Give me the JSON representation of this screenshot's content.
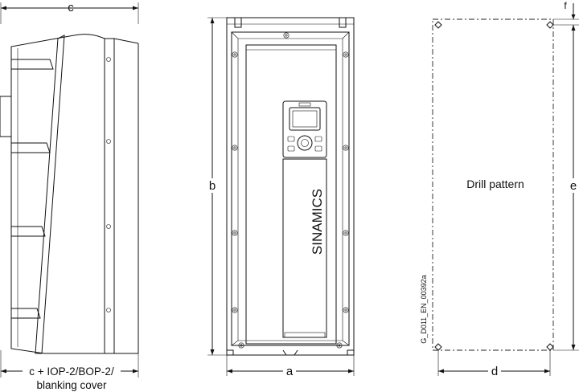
{
  "labels": {
    "c": "c",
    "c_note_1": "c + IOP-2/BOP-2/",
    "c_note_2": "blanking cover",
    "b": "b",
    "a": "a",
    "brand": "SINAMICS",
    "drill": "Drill pattern",
    "d": "d",
    "e": "e",
    "f": "f",
    "code": "G_D011_EN_00392a"
  },
  "colors": {
    "line": "#111111",
    "panel_fill": "#f2f2f2",
    "background": "#ffffff"
  }
}
